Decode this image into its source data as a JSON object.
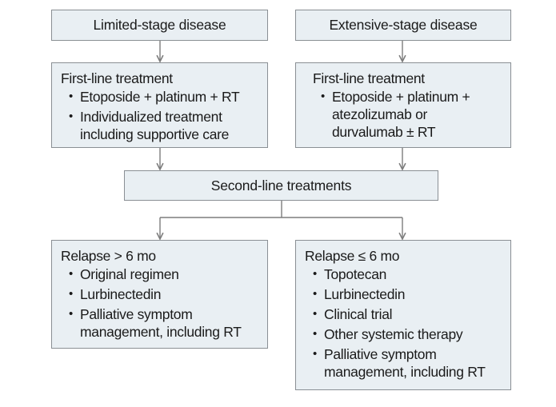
{
  "stages": {
    "limited": "Limited-stage disease",
    "extensive": "Extensive-stage disease"
  },
  "first_line": {
    "limited": {
      "heading": "First-line treatment",
      "items": [
        "Etoposide + platinum + RT",
        "Individualized treatment including supportive care"
      ]
    },
    "extensive": {
      "heading": "First-line treatment",
      "items": [
        "Etoposide + platinum + atezolizumab or durvalumab ± RT"
      ]
    }
  },
  "second_line": "Second-line treatments",
  "relapse": {
    "late": {
      "heading": "Relapse > 6 mo",
      "items": [
        "Original regimen",
        "Lurbinectedin",
        "Palliative symptom management, including RT"
      ]
    },
    "early": {
      "heading": "Relapse ≤ 6 mo",
      "items": [
        "Topotecan",
        "Lurbinectedin",
        "Clinical trial",
        "Other systemic therapy",
        "Palliative symptom management, including RT"
      ]
    }
  },
  "colors": {
    "box_fill": "#e9eff3",
    "box_border": "#8a8f94",
    "connector": "#7d7d7d"
  }
}
